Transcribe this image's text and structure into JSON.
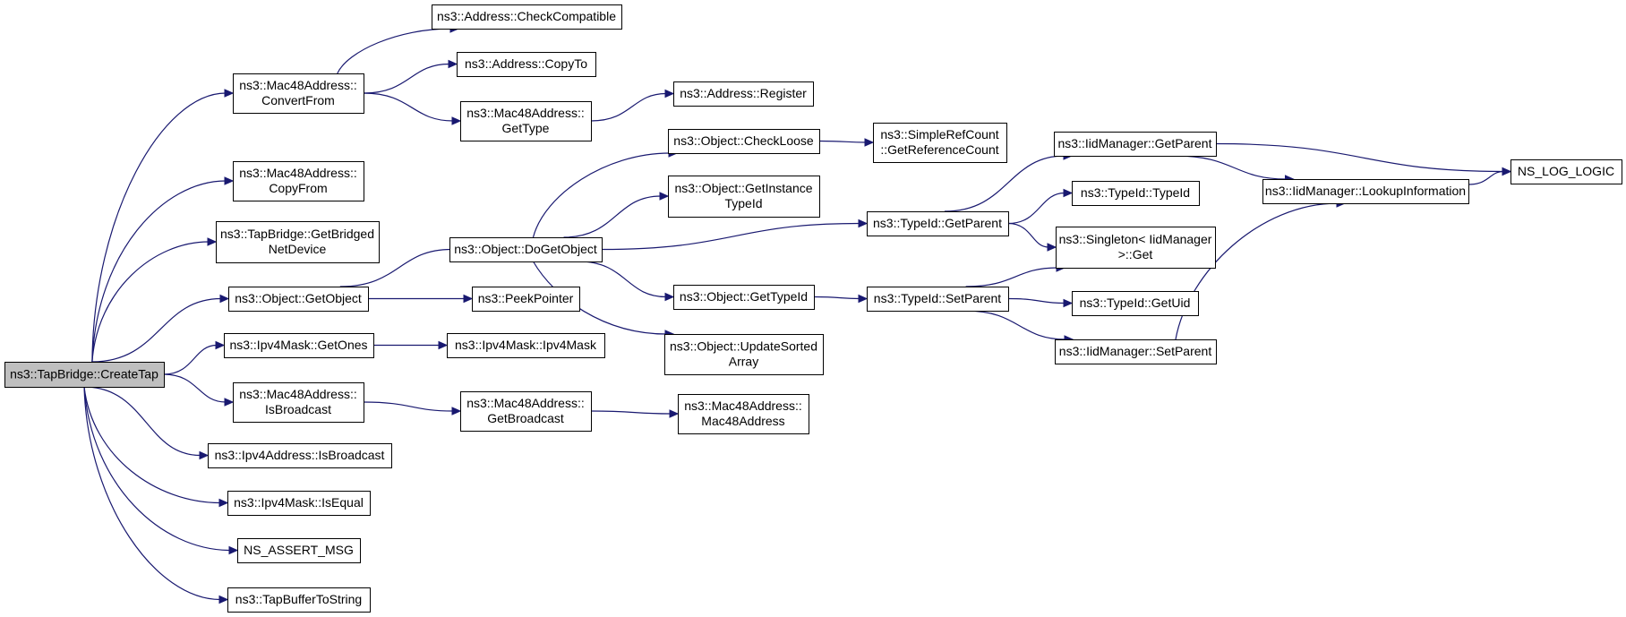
{
  "graph": {
    "edge_color": "#191970",
    "root_fill": "#bfbfbf",
    "node_fill": "#ffffff",
    "nodes": [
      {
        "id": "create_tap",
        "lines": [
          "ns3::TapBridge::CreateTap"
        ],
        "root": true
      },
      {
        "id": "mac_convert_from",
        "lines": [
          "ns3::Mac48Address::",
          "ConvertFrom"
        ]
      },
      {
        "id": "mac_copy_from",
        "lines": [
          "ns3::Mac48Address::",
          "CopyFrom"
        ]
      },
      {
        "id": "get_bridged_net_device",
        "lines": [
          "ns3::TapBridge::GetBridged",
          "NetDevice"
        ]
      },
      {
        "id": "object_get_object",
        "lines": [
          "ns3::Object::GetObject"
        ]
      },
      {
        "id": "ipv4mask_get_ones",
        "lines": [
          "ns3::Ipv4Mask::GetOnes"
        ]
      },
      {
        "id": "mac_is_broadcast",
        "lines": [
          "ns3::Mac48Address::",
          "IsBroadcast"
        ]
      },
      {
        "id": "ipv4addr_is_broadcast",
        "lines": [
          "ns3::Ipv4Address::IsBroadcast"
        ]
      },
      {
        "id": "ipv4mask_is_equal",
        "lines": [
          "ns3::Ipv4Mask::IsEqual"
        ]
      },
      {
        "id": "ns_assert_msg",
        "lines": [
          "NS_ASSERT_MSG"
        ]
      },
      {
        "id": "tap_buffer_to_string",
        "lines": [
          "ns3::TapBufferToString"
        ]
      },
      {
        "id": "addr_check_compatible",
        "lines": [
          "ns3::Address::CheckCompatible"
        ]
      },
      {
        "id": "addr_copy_to",
        "lines": [
          "ns3::Address::CopyTo"
        ]
      },
      {
        "id": "mac_get_type",
        "lines": [
          "ns3::Mac48Address::",
          "GetType"
        ]
      },
      {
        "id": "addr_register",
        "lines": [
          "ns3::Address::Register"
        ]
      },
      {
        "id": "object_do_get_object",
        "lines": [
          "ns3::Object::DoGetObject"
        ]
      },
      {
        "id": "peek_pointer",
        "lines": [
          "ns3::PeekPointer"
        ]
      },
      {
        "id": "ipv4mask_ctor",
        "lines": [
          "ns3::Ipv4Mask::Ipv4Mask"
        ]
      },
      {
        "id": "mac_get_broadcast",
        "lines": [
          "ns3::Mac48Address::",
          "GetBroadcast"
        ]
      },
      {
        "id": "mac_ctor",
        "lines": [
          "ns3::Mac48Address::",
          "Mac48Address"
        ]
      },
      {
        "id": "object_check_loose",
        "lines": [
          "ns3::Object::CheckLoose"
        ]
      },
      {
        "id": "object_get_instance_typeid",
        "lines": [
          "ns3::Object::GetInstance",
          "TypeId"
        ]
      },
      {
        "id": "object_get_typeid",
        "lines": [
          "ns3::Object::GetTypeId"
        ]
      },
      {
        "id": "object_update_sorted_array",
        "lines": [
          "ns3::Object::UpdateSorted",
          "Array"
        ]
      },
      {
        "id": "simple_ref_count",
        "lines": [
          "ns3::SimpleRefCount",
          "::GetReferenceCount"
        ]
      },
      {
        "id": "typeid_get_parent",
        "lines": [
          "ns3::TypeId::GetParent"
        ]
      },
      {
        "id": "typeid_set_parent",
        "lines": [
          "ns3::TypeId::SetParent"
        ]
      },
      {
        "id": "iid_get_parent",
        "lines": [
          "ns3::IidManager::GetParent"
        ]
      },
      {
        "id": "typeid_ctor",
        "lines": [
          "ns3::TypeId::TypeId"
        ]
      },
      {
        "id": "singleton_get",
        "lines": [
          "ns3::Singleton< IidManager",
          ">::Get"
        ]
      },
      {
        "id": "typeid_get_uid",
        "lines": [
          "ns3::TypeId::GetUid"
        ]
      },
      {
        "id": "iid_set_parent",
        "lines": [
          "ns3::IidManager::SetParent"
        ]
      },
      {
        "id": "iid_lookup_information",
        "lines": [
          "ns3::IidManager::LookupInformation"
        ]
      },
      {
        "id": "ns_log_logic",
        "lines": [
          "NS_LOG_LOGIC"
        ]
      }
    ],
    "edges": [
      [
        "create_tap",
        "mac_convert_from"
      ],
      [
        "create_tap",
        "mac_copy_from"
      ],
      [
        "create_tap",
        "get_bridged_net_device"
      ],
      [
        "create_tap",
        "object_get_object"
      ],
      [
        "create_tap",
        "ipv4mask_get_ones"
      ],
      [
        "create_tap",
        "mac_is_broadcast"
      ],
      [
        "create_tap",
        "ipv4addr_is_broadcast"
      ],
      [
        "create_tap",
        "ipv4mask_is_equal"
      ],
      [
        "create_tap",
        "ns_assert_msg"
      ],
      [
        "create_tap",
        "tap_buffer_to_string"
      ],
      [
        "mac_convert_from",
        "addr_check_compatible"
      ],
      [
        "mac_convert_from",
        "addr_copy_to"
      ],
      [
        "mac_convert_from",
        "mac_get_type"
      ],
      [
        "mac_get_type",
        "addr_register"
      ],
      [
        "object_get_object",
        "object_do_get_object"
      ],
      [
        "object_get_object",
        "peek_pointer"
      ],
      [
        "ipv4mask_get_ones",
        "ipv4mask_ctor"
      ],
      [
        "mac_is_broadcast",
        "mac_get_broadcast"
      ],
      [
        "mac_get_broadcast",
        "mac_ctor"
      ],
      [
        "object_do_get_object",
        "object_check_loose"
      ],
      [
        "object_do_get_object",
        "object_get_instance_typeid"
      ],
      [
        "object_do_get_object",
        "typeid_get_parent"
      ],
      [
        "object_do_get_object",
        "object_get_typeid"
      ],
      [
        "object_do_get_object",
        "object_update_sorted_array"
      ],
      [
        "object_check_loose",
        "simple_ref_count"
      ],
      [
        "object_get_typeid",
        "typeid_set_parent"
      ],
      [
        "typeid_get_parent",
        "iid_get_parent"
      ],
      [
        "typeid_get_parent",
        "typeid_ctor"
      ],
      [
        "typeid_get_parent",
        "singleton_get"
      ],
      [
        "typeid_set_parent",
        "singleton_get"
      ],
      [
        "typeid_set_parent",
        "typeid_get_uid"
      ],
      [
        "typeid_set_parent",
        "iid_set_parent"
      ],
      [
        "iid_get_parent",
        "ns_log_logic"
      ],
      [
        "iid_get_parent",
        "iid_lookup_information"
      ],
      [
        "iid_set_parent",
        "iid_lookup_information"
      ],
      [
        "iid_lookup_information",
        "ns_log_logic"
      ]
    ]
  }
}
